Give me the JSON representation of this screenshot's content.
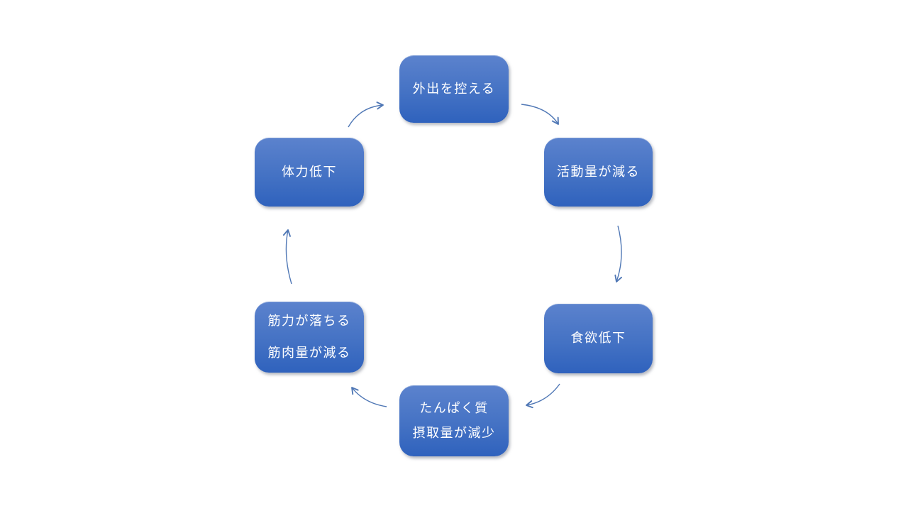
{
  "diagram": {
    "type": "cycle",
    "nodes": [
      {
        "id": "refrain-from-going-out",
        "label": "外出を控える"
      },
      {
        "id": "activity-decreases",
        "label": "活動量が減る"
      },
      {
        "id": "appetite-declines",
        "label": "食欲低下"
      },
      {
        "id": "protein-intake-decreases",
        "label": "たんぱく質\n摂取量が減少"
      },
      {
        "id": "muscle-strength-mass-decline",
        "label": "筋力が落ちる\n筋肉量が減る"
      },
      {
        "id": "physical-strength-declines",
        "label": "体力低下"
      }
    ],
    "edges": [
      {
        "from": "refrain-from-going-out",
        "to": "activity-decreases"
      },
      {
        "from": "activity-decreases",
        "to": "appetite-declines"
      },
      {
        "from": "appetite-declines",
        "to": "protein-intake-decreases"
      },
      {
        "from": "protein-intake-decreases",
        "to": "muscle-strength-mass-decline"
      },
      {
        "from": "muscle-strength-mass-decline",
        "to": "physical-strength-declines"
      },
      {
        "from": "physical-strength-declines",
        "to": "refrain-from-going-out"
      }
    ],
    "colors": {
      "background": "#ffffff",
      "node_gradient_top": "#5b82cd",
      "node_gradient_bottom": "#2f62bd",
      "node_text": "#ffffff",
      "arrow": "#4f77b5"
    }
  }
}
